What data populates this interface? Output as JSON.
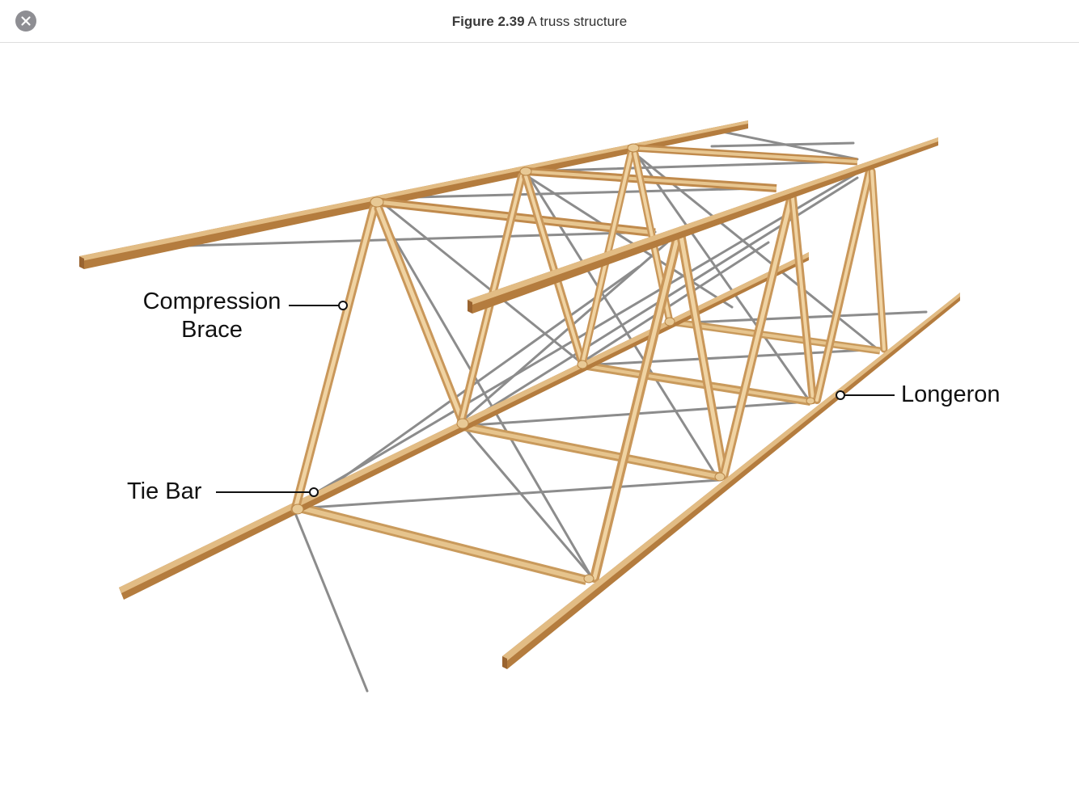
{
  "header": {
    "close_icon": "close-icon",
    "figure_number": "Figure 2.39",
    "figure_title": "A truss structure"
  },
  "labels": {
    "compression_brace_line1": "Compression",
    "compression_brace_line2": "Brace",
    "tie_bar": "Tie Bar",
    "longeron": "Longeron"
  },
  "colors": {
    "wood_light": "#e7c48e",
    "wood_mid": "#d6a867",
    "wood_dark": "#b88042",
    "wire": "#8a8a8a",
    "leader": "#111111"
  }
}
